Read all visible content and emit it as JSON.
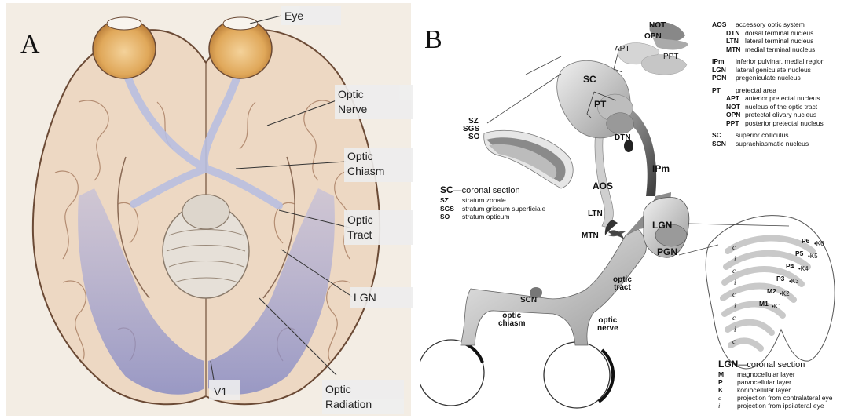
{
  "panel_a": {
    "letter": "A",
    "labels": {
      "eye": "Eye",
      "optic_nerve": "Optic\nNerve",
      "optic_chiasm": "Optic\nChiasm",
      "optic_tract": "Optic\nTract",
      "lgn": "LGN",
      "optic_radiation": "Optic\nRadiation",
      "v1": "V1"
    }
  },
  "panel_b": {
    "letter": "B",
    "diagram_labels": {
      "not": "NOT",
      "opn": "OPN",
      "apt": "APT",
      "ppt": "PPT",
      "pt": "PT",
      "sc": "SC",
      "sz": "SZ",
      "sgs": "SGS",
      "so": "SO",
      "dtn": "DTN",
      "ipm": "IPm",
      "aos": "AOS",
      "ltn": "LTN",
      "mtn": "MTN",
      "lgn": "LGN",
      "pgn": "PGN",
      "scn": "SCN",
      "optic_chiasm": "optic\nchiasm",
      "optic_tract": "optic\ntract",
      "optic_nerve": "optic\nnerve",
      "layers": [
        "P6",
        "P5",
        "P4",
        "P3",
        "M2",
        "M1"
      ],
      "k_layers": [
        "K6",
        "K5",
        "K4",
        "K3",
        "K2",
        "K1"
      ],
      "ci_marks": [
        "c",
        "i",
        "c",
        "i",
        "c",
        "i",
        "c",
        "i",
        "c"
      ]
    },
    "sc_section": {
      "title_abbr": "SC",
      "title_text": "—coronal section",
      "rows": [
        {
          "abbr": "SZ",
          "text": "stratum zonale"
        },
        {
          "abbr": "SGS",
          "text": "stratum griseum superficiale"
        },
        {
          "abbr": "SO",
          "text": "stratum opticum"
        }
      ]
    },
    "lgn_section": {
      "title_abbr": "LGN",
      "title_text": "—coronal section",
      "rows": [
        {
          "abbr": "M",
          "text": "magnocellular layer",
          "italic": false
        },
        {
          "abbr": "P",
          "text": "parvocellular layer",
          "italic": false
        },
        {
          "abbr": "K",
          "text": "koniocellular layer",
          "italic": false
        },
        {
          "abbr": "c",
          "text": "projection from contralateral eye",
          "italic": true
        },
        {
          "abbr": "i",
          "text": "projection from ipsilateral eye",
          "italic": true
        }
      ]
    },
    "key": [
      {
        "abbr": "AOS",
        "text": "accessory optic system",
        "indent": false
      },
      {
        "abbr": "DTN",
        "text": "dorsal terminal nucleus",
        "indent": true
      },
      {
        "abbr": "LTN",
        "text": "lateral terminal nucleus",
        "indent": true
      },
      {
        "abbr": "MTN",
        "text": "medial terminal nucleus",
        "indent": true
      },
      {
        "abbr": "IPm",
        "text": "inferior pulvinar, medial region",
        "indent": false
      },
      {
        "abbr": "LGN",
        "text": "lateral geniculate nucleus",
        "indent": false
      },
      {
        "abbr": "PGN",
        "text": "pregeniculate nucleus",
        "indent": false
      },
      {
        "abbr": "PT",
        "text": "pretectal area",
        "indent": false
      },
      {
        "abbr": "APT",
        "text": "anterior pretectal nucleus",
        "indent": true
      },
      {
        "abbr": "NOT",
        "text": "nucleus of the optic tract",
        "indent": true
      },
      {
        "abbr": "OPN",
        "text": "pretectal olivary nucleus",
        "indent": true
      },
      {
        "abbr": "PPT",
        "text": "posterior pretectal nucleus",
        "indent": true
      },
      {
        "abbr": "SC",
        "text": "superior colliculus",
        "indent": false
      },
      {
        "abbr": "SCN",
        "text": "suprachiasmatic nucleus",
        "indent": false
      }
    ]
  }
}
